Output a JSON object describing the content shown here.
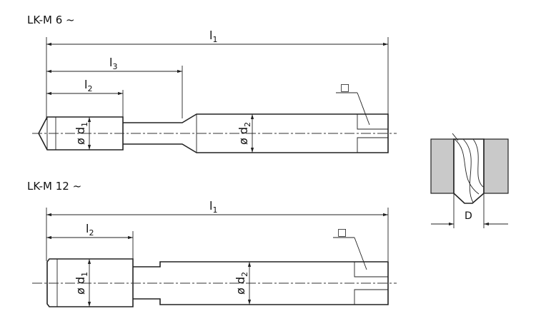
{
  "title_top": "LK-M 6 ~",
  "title_bottom": "LK-M 12 ~",
  "dims": {
    "l1": "l",
    "l1_sub": "1",
    "l2": "l",
    "l2_sub": "2",
    "l3": "l",
    "l3_sub": "3",
    "d1": "ø d",
    "d1_sub": "1",
    "d2": "ø d",
    "d2_sub": "2",
    "square": "□",
    "D": "D"
  }
}
